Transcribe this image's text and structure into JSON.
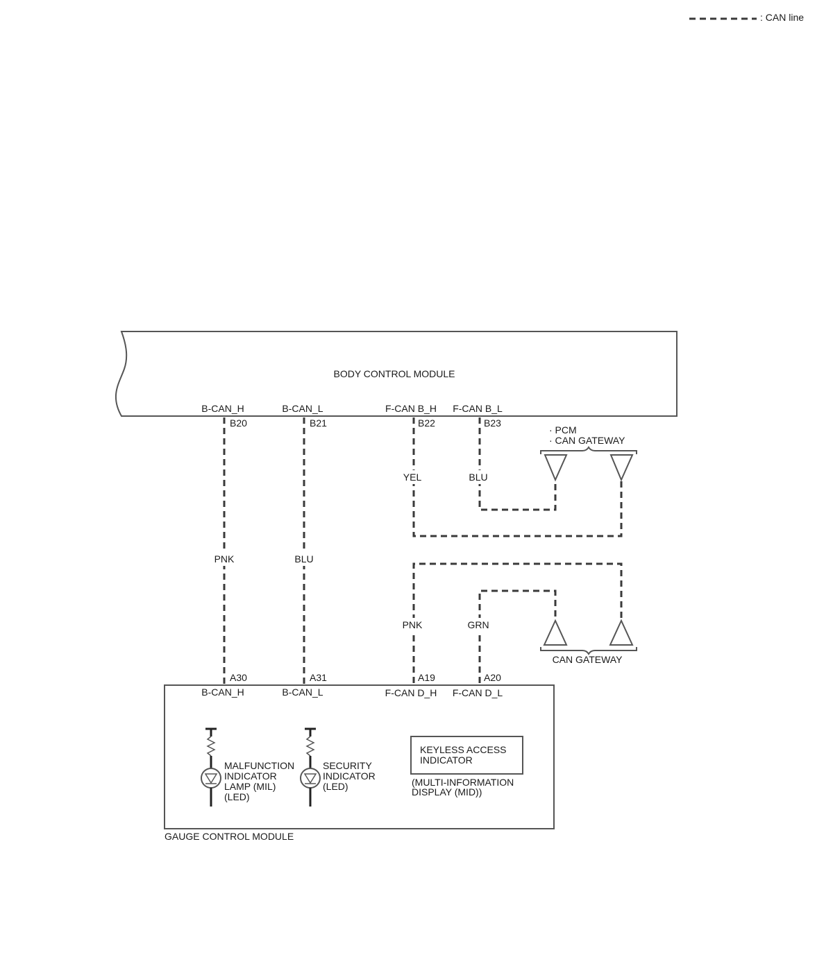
{
  "legend": {
    "label": ": CAN line"
  },
  "body_control_module": {
    "title": "BODY CONTROL MODULE",
    "pins": [
      {
        "signal": "B-CAN_H",
        "terminal": "B20"
      },
      {
        "signal": "B-CAN_L",
        "terminal": "B21"
      },
      {
        "signal": "F-CAN B_H",
        "terminal": "B22"
      },
      {
        "signal": "F-CAN B_L",
        "terminal": "B23"
      }
    ]
  },
  "upper_connection": {
    "line1": "· PCM",
    "line2": "· CAN GATEWAY"
  },
  "lower_connection": {
    "label": "CAN GATEWAY"
  },
  "wires": {
    "b22_color": "YEL",
    "b23_color": "BLU",
    "b20_color": "PNK",
    "b21_color": "BLU",
    "a19_color": "PNK",
    "a20_color": "GRN"
  },
  "gauge_control_module": {
    "title": "GAUGE CONTROL MODULE",
    "pins": [
      {
        "signal": "B-CAN_H",
        "terminal": "A30"
      },
      {
        "signal": "B-CAN_L",
        "terminal": "A31"
      },
      {
        "signal": "F-CAN D_H",
        "terminal": "A19"
      },
      {
        "signal": "F-CAN D_L",
        "terminal": "A20"
      }
    ],
    "mil": [
      "MALFUNCTION",
      "INDICATOR",
      "LAMP (MIL)",
      "(LED)"
    ],
    "security": [
      "SECURITY",
      "INDICATOR",
      "(LED)"
    ],
    "keyless": [
      "KEYLESS ACCESS",
      "INDICATOR"
    ],
    "mid": [
      "(MULTI-INFORMATION",
      "DISPLAY (MID))"
    ]
  },
  "colors": {
    "wire": "#3a3a3a",
    "outline": "#555555"
  }
}
